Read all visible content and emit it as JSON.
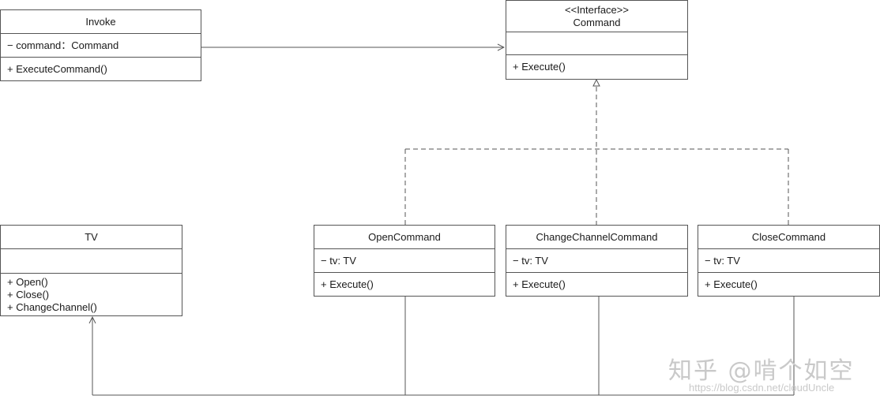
{
  "diagram": {
    "classes": {
      "invoke": {
        "name": "Invoke",
        "attributes": [
          "−  command：Command"
        ],
        "methods": [
          "+  ExecuteCommand()"
        ]
      },
      "command": {
        "stereotype": "<<Interface>>",
        "name": "Command",
        "attributes": [],
        "methods": [
          "+  Execute()"
        ]
      },
      "tv": {
        "name": "TV",
        "attributes": [],
        "methods": [
          "+  Open()",
          "+ Close()",
          "+ ChangeChannel()"
        ]
      },
      "open_command": {
        "name": "OpenCommand",
        "attributes": [
          "−  tv: TV"
        ],
        "methods": [
          "+  Execute()"
        ]
      },
      "change_channel_command": {
        "name": "ChangeChannelCommand",
        "attributes": [
          "−  tv: TV"
        ],
        "methods": [
          "+  Execute()"
        ]
      },
      "close_command": {
        "name": "CloseCommand",
        "attributes": [
          "−  tv: TV"
        ],
        "methods": [
          "+  Execute()"
        ]
      }
    },
    "relations": [
      {
        "from": "Invoke",
        "to": "Command",
        "type": "association"
      },
      {
        "from": "OpenCommand",
        "to": "Command",
        "type": "realization"
      },
      {
        "from": "ChangeChannelCommand",
        "to": "Command",
        "type": "realization"
      },
      {
        "from": "CloseCommand",
        "to": "Command",
        "type": "realization"
      },
      {
        "from": "OpenCommand",
        "to": "TV",
        "type": "association"
      },
      {
        "from": "ChangeChannelCommand",
        "to": "TV",
        "type": "association"
      },
      {
        "from": "CloseCommand",
        "to": "TV",
        "type": "association"
      }
    ],
    "line_color": "#555555"
  },
  "watermark": {
    "main": "知乎 @啃个如空",
    "url": "https://blog.csdn.net/cloudUncle"
  }
}
